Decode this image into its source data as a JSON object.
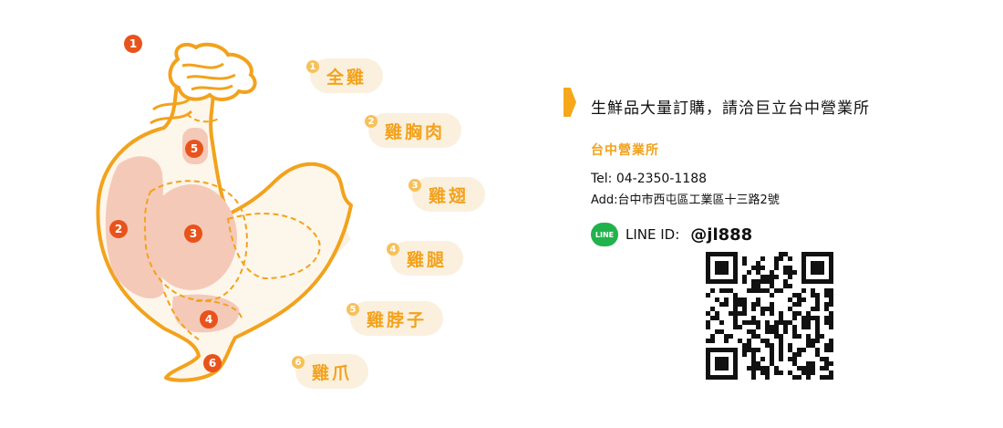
{
  "parts": [
    {
      "num": "1",
      "label": "全雞"
    },
    {
      "num": "2",
      "label": "雞胸肉"
    },
    {
      "num": "3",
      "label": "雞翅"
    },
    {
      "num": "4",
      "label": "雞腿"
    },
    {
      "num": "5",
      "label": "雞脖子"
    },
    {
      "num": "6",
      "label": "雞爪"
    }
  ],
  "markers": [
    "1",
    "2",
    "3",
    "4",
    "5",
    "6"
  ],
  "info": {
    "headline": "生鮮品大量訂購，請洽巨立台中營業所",
    "branch": "台中營業所",
    "tel": "Tel:  04-2350-1188",
    "address": "Add:台中市西屯區工業區十三路2號",
    "line_badge": "LINE",
    "line_label": "LINE ID:",
    "line_id": "@jl888"
  },
  "colors": {
    "accent": "#f5a81c",
    "label_bg": "#fbf0de",
    "marker": "#e8531c",
    "meat": "#f5c9b8",
    "line_green": "#22b24c"
  },
  "icons": [
    "chicken-illustration",
    "line-app-icon",
    "qr-code-icon",
    "flag-icon"
  ]
}
